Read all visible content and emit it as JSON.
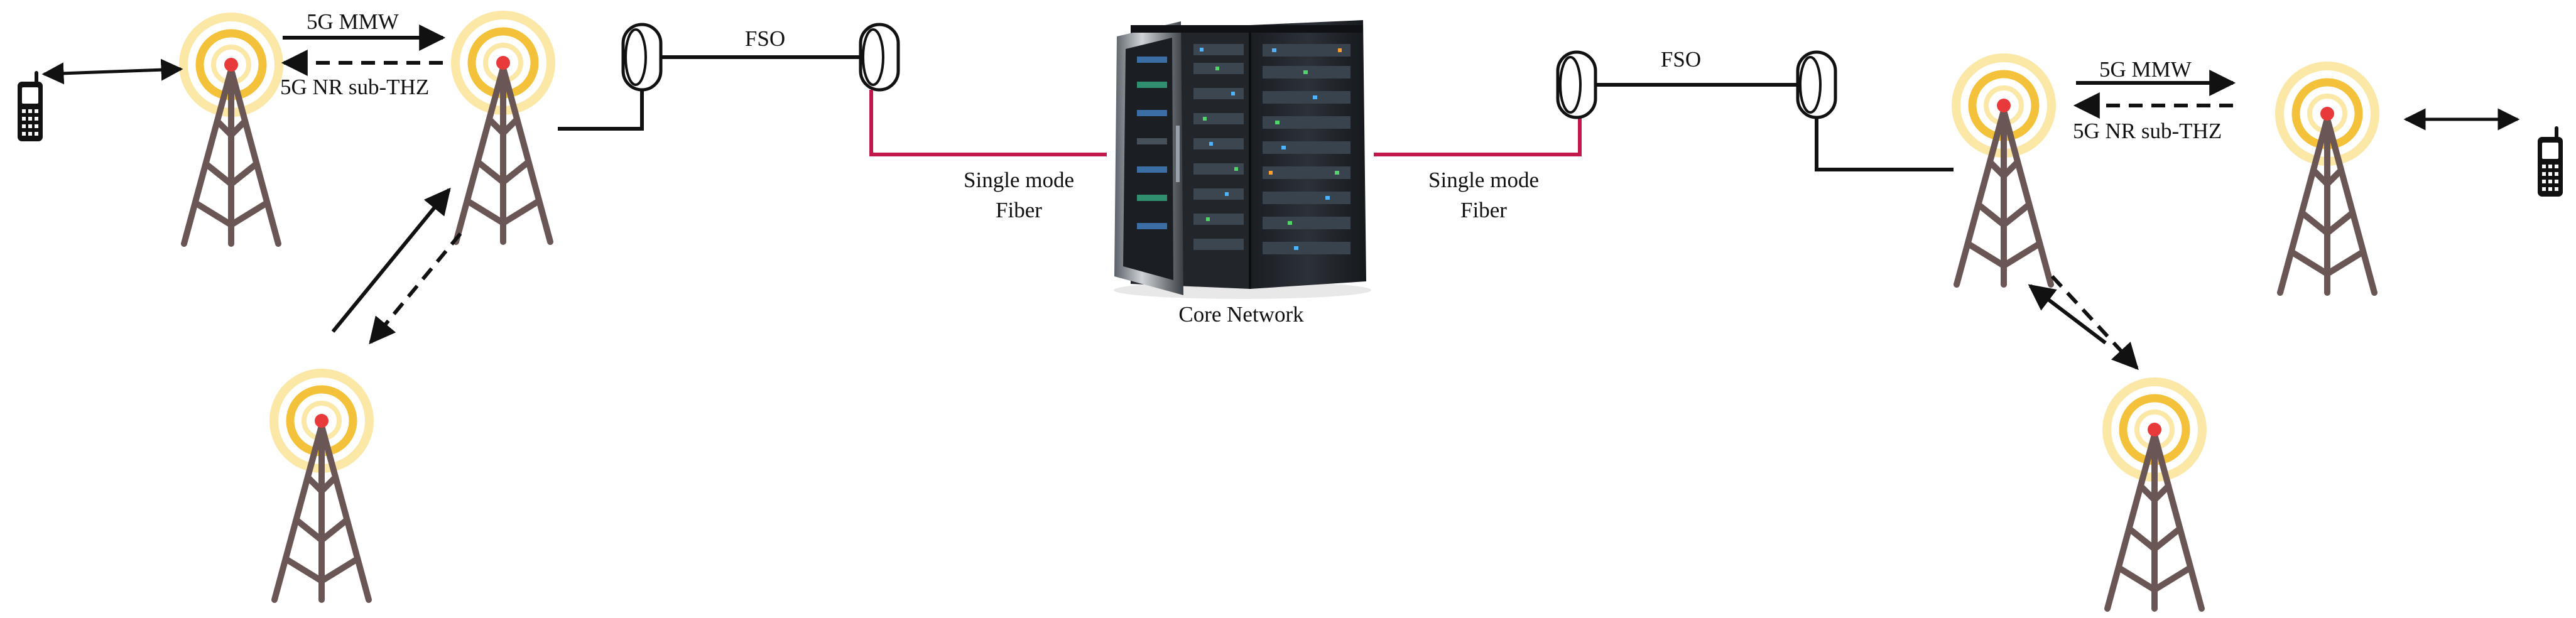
{
  "labels": {
    "mmw_left": "5G MMW",
    "subthz_left": "5G NR sub-THZ",
    "fso_left": "FSO",
    "fiber_left_1": "Single mode",
    "fiber_left_2": "Fiber",
    "core_network": "Core Network",
    "fiber_right_1": "Single mode",
    "fiber_right_2": "Fiber",
    "fso_right": "FSO",
    "mmw_right": "5G MMW",
    "subthz_right": "5G NR sub-THZ"
  },
  "colors": {
    "tower": "#6b5656",
    "ring_outer": "#fbe7a6",
    "ring_inner": "#f4c23a",
    "antenna_dot": "#e83a3a",
    "fiber": "#c0184a",
    "wire": "#111111"
  },
  "icons": {
    "tower": "cell-tower-icon",
    "phone": "mobile-phone-icon",
    "fso": "fso-transceiver-icon",
    "server": "server-rack-icon"
  }
}
